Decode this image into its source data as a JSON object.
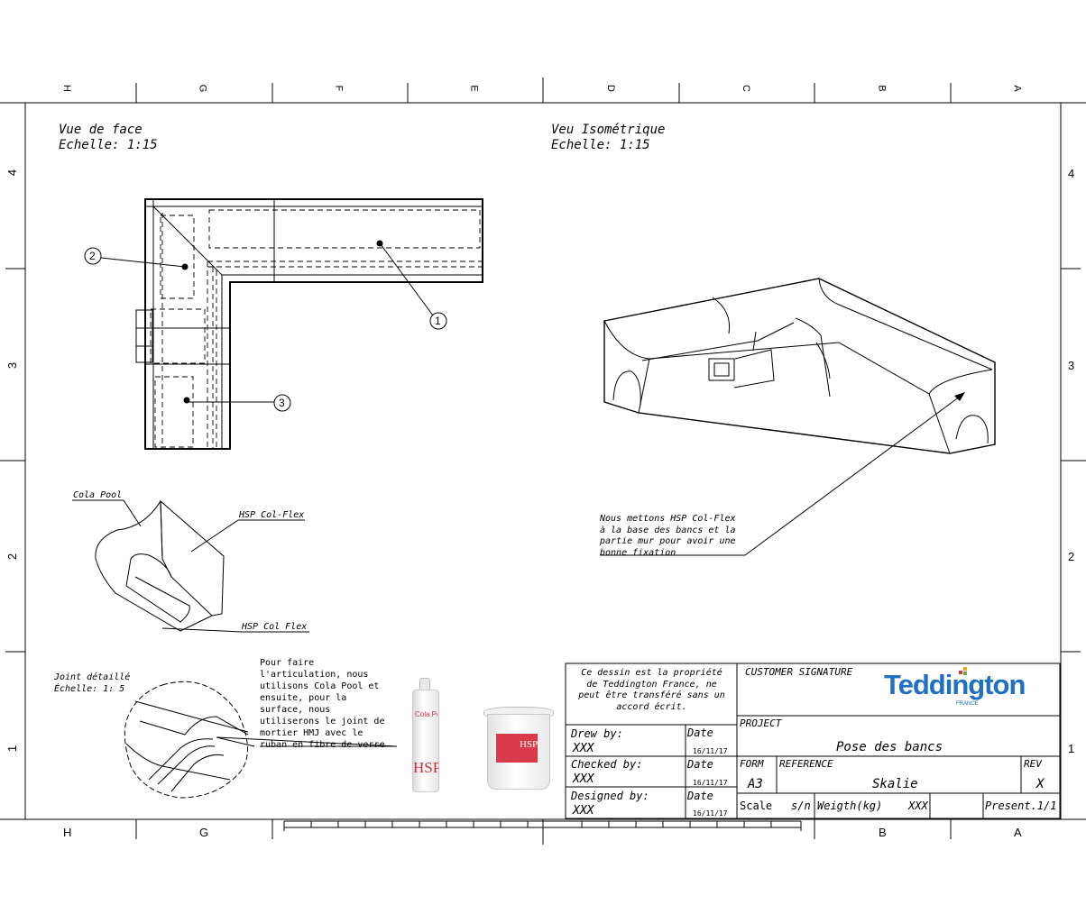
{
  "zones": {
    "columns": [
      "H",
      "G",
      "F",
      "E",
      "D",
      "C",
      "B",
      "A"
    ],
    "bottom_columns": [
      "H",
      "G",
      "B",
      "A"
    ],
    "rows": [
      "4",
      "3",
      "2",
      "1"
    ]
  },
  "views": {
    "front": {
      "title": "Vue de face",
      "scale": "Echelle:  1:15"
    },
    "iso": {
      "title": "Veu Isométrique",
      "scale": "Echelle:  1:15"
    }
  },
  "balloons": [
    "1",
    "2",
    "3"
  ],
  "detail_labels": {
    "cola_pool": "Cola Pool",
    "hsp_col_flex_1": "HSP Col-Flex",
    "hsp_col_flex_2": "HSP Col Flex"
  },
  "iso_note": {
    "line1": "Nous mettons HSP Col-Flex",
    "line2": "à la base des bancs et la",
    "line3": "partie mur pour avoir une",
    "line4": "bonne fixation"
  },
  "joint_detail": {
    "title": "Joint détaillé",
    "scale": "Échelle: 1: 5"
  },
  "procedure_note": {
    "line1": "Pour faire",
    "line2": "l'articulation, nous",
    "line3": "utilisons Cola Pool et",
    "line4": "ensuite, pour la",
    "line5": "surface, nous",
    "line6": "utiliserons le joint de",
    "line7": "mortier HMJ avec le",
    "line8": "ruban en fibre de verre"
  },
  "products": {
    "cartridge_brand": "HSP",
    "cartridge_label": "Cola Pool",
    "bucket_brand": "HSP"
  },
  "title_block": {
    "ownership_line1": "Ce dessin est la propriété",
    "ownership_line2": "de Teddington France, ne",
    "ownership_line3": "peut être transféré sans un",
    "ownership_line4": "accord écrit.",
    "customer_signature": "CUSTOMER SIGNATURE",
    "logo_text": "Teddington",
    "logo_sub": "FRANCE",
    "drew_by_label": "Drew by:",
    "drew_by": "XXX",
    "checked_by_label": "Checked by:",
    "checked_by": "XXX",
    "designed_by_label": "Designed by:",
    "designed_by": "XXX",
    "date_label": "Date",
    "date_value": "16/11/17",
    "project_label": "PROJECT",
    "project": "Pose des bancs",
    "form_label": "FORM",
    "form": "A3",
    "reference_label": "REFERENCE",
    "reference": "Skalie",
    "rev_label": "REV",
    "rev": "X",
    "scale_label": "Scale",
    "scale": "s/n",
    "weight_label": "Weigth(kg)",
    "weight": "XXX",
    "sheet": "Present.1/1"
  },
  "colors": {
    "line": "#000000",
    "logo_blue": "#1f6fc3",
    "logo_red": "#d6373b",
    "bucket_red": "#d93a4a"
  }
}
